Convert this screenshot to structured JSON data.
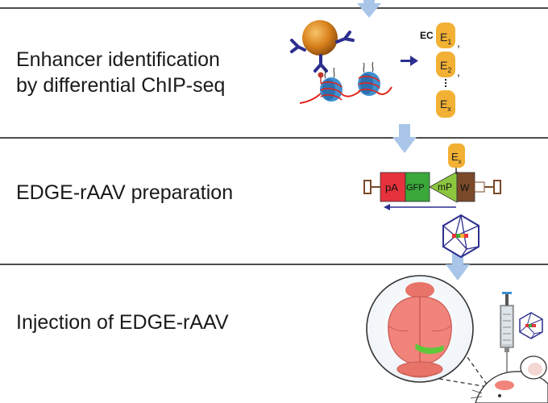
{
  "steps": [
    {
      "label_line1": "Enhancer identification",
      "label_line2": "by differential ChIP-seq"
    },
    {
      "label": "EDGE-rAAV preparation"
    },
    {
      "label": "Injection of EDGE-rAAV"
    }
  ],
  "enhancer_list": {
    "prefix": "EC",
    "items": [
      {
        "letter": "E",
        "sub": "1"
      },
      {
        "letter": "E",
        "sub": "2"
      },
      {
        "letter": "E",
        "sub": "x"
      }
    ],
    "comma": ","
  },
  "construct": {
    "enhancer": {
      "letter": "E",
      "sub": "x"
    },
    "pA": "pA",
    "GFP": "GFP",
    "mP": "mP",
    "W": "W"
  },
  "colors": {
    "arrow": "#a9c6e8",
    "enhancer_box": "#f2b034",
    "pA": "#e6323c",
    "GFP": "#3aa83a",
    "mP": "#8cc63f",
    "W": "#7a4a2a",
    "brain": "#f0837a",
    "lesion": "#5cc83a",
    "bead": "#d9821c",
    "antibody": "#2d2f8f",
    "dna": "#e2231a",
    "nucleosome": "#3f8fce"
  }
}
